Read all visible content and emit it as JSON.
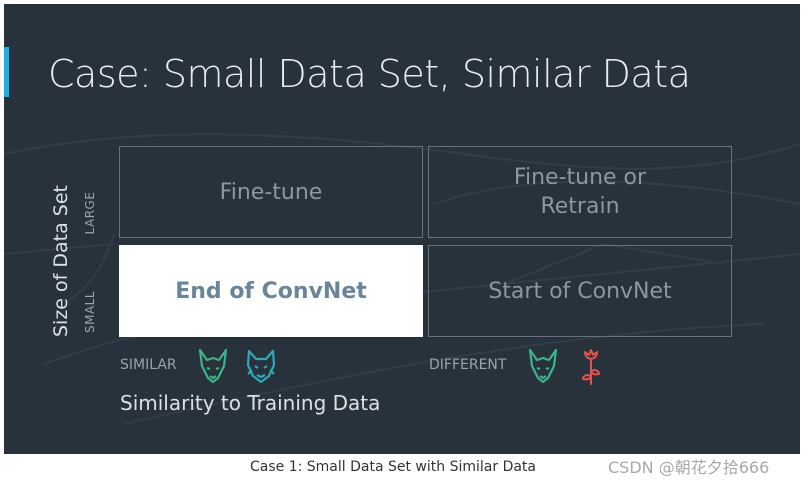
{
  "slide": {
    "title": "Case: Small Data Set, Similar Data",
    "y_axis_label": "Size of Data Set",
    "x_axis_label": "Similarity to Training Data",
    "rows": {
      "large": "LARGE",
      "small": "SMALL"
    },
    "columns": {
      "similar": "SIMILAR",
      "different": "DIFFERENT"
    },
    "cells": {
      "large_similar": "Fine-tune",
      "large_different": "Fine-tune or\nRetrain",
      "small_similar": "End of ConvNet",
      "small_different": "Start of ConvNet"
    },
    "highlighted_cell": "small_similar",
    "icons": {
      "similar": [
        "dog-icon",
        "wolf-icon"
      ],
      "different": [
        "dog-icon",
        "rose-icon"
      ]
    },
    "colors": {
      "background": "#27323c",
      "accent": "#1ab0e4",
      "icon_green": "#3db486",
      "icon_teal": "#2fa9b5",
      "icon_red": "#e9524a",
      "highlight_text": "#6a8598"
    }
  },
  "caption": "Case 1: Small Data Set with Similar Data",
  "watermark": "CSDN @朝花夕拾666"
}
